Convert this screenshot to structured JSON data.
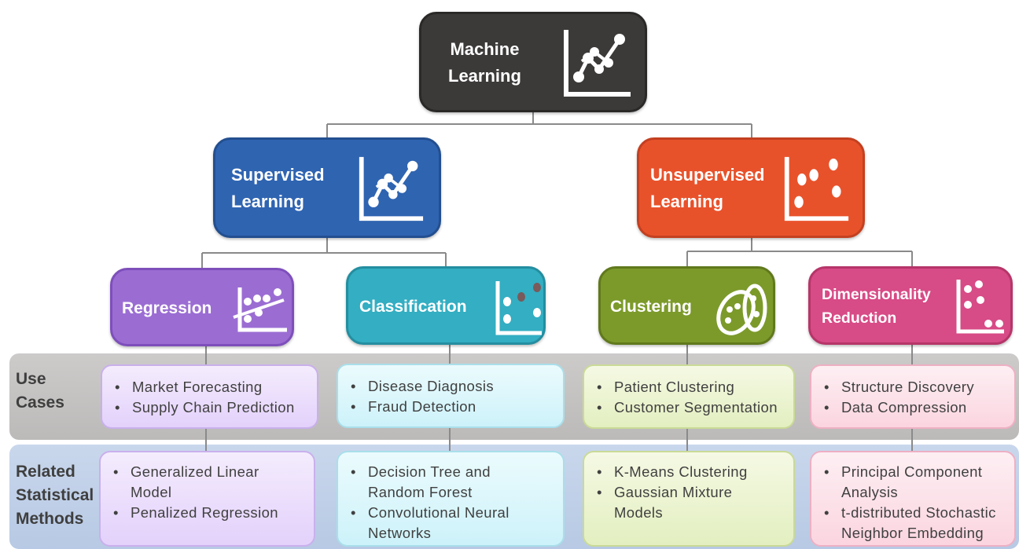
{
  "root": {
    "title_lines": [
      "Machine",
      "Learning"
    ],
    "color": "#3c3a39",
    "icon": "line-chart-icon"
  },
  "branches": [
    {
      "title_lines": [
        "Supervised",
        "Learning"
      ],
      "color": "#2f64b1",
      "icon": "line-chart-icon"
    },
    {
      "title_lines": [
        "Unsupervised",
        "Learning"
      ],
      "color": "#e8522b",
      "icon": "scatter-plot-icon"
    }
  ],
  "methods": [
    {
      "title_lines": [
        "Regression"
      ],
      "color": "#9b6dd3",
      "icon": "regression-line-icon"
    },
    {
      "title_lines": [
        "Classification"
      ],
      "color": "#33aec2",
      "icon": "classified-points-icon"
    },
    {
      "title_lines": [
        "Clustering"
      ],
      "color": "#7c9a2a",
      "icon": "clusters-icon"
    },
    {
      "title_lines": [
        "Dimensionality",
        "Reduction"
      ],
      "color": "#d74b86",
      "icon": "scatter-plot-icon"
    }
  ],
  "rows": {
    "use_cases": {
      "label_lines": [
        "Use",
        "Cases"
      ],
      "items": [
        [
          "Market Forecasting",
          "Supply Chain Prediction"
        ],
        [
          "Disease Diagnosis",
          "Fraud Detection"
        ],
        [
          "Patient Clustering",
          "Customer Segmentation"
        ],
        [
          "Structure Discovery",
          "Data Compression"
        ]
      ]
    },
    "related_methods": {
      "label_lines": [
        "Related",
        "Statistical",
        "Methods"
      ],
      "items": [
        [
          [
            "Generalized Linear",
            "Model"
          ],
          [
            "Penalized Regression"
          ]
        ],
        [
          [
            "Decision Tree and",
            "Random Forest"
          ],
          [
            "Convolutional Neural",
            "Networks"
          ]
        ],
        [
          [
            "K-Means Clustering"
          ],
          [
            "Gaussian Mixture",
            "Models"
          ]
        ],
        [
          [
            "Principal Component",
            "Analysis"
          ],
          [
            "t-distributed Stochastic",
            "Neighbor Embedding"
          ]
        ]
      ]
    }
  }
}
